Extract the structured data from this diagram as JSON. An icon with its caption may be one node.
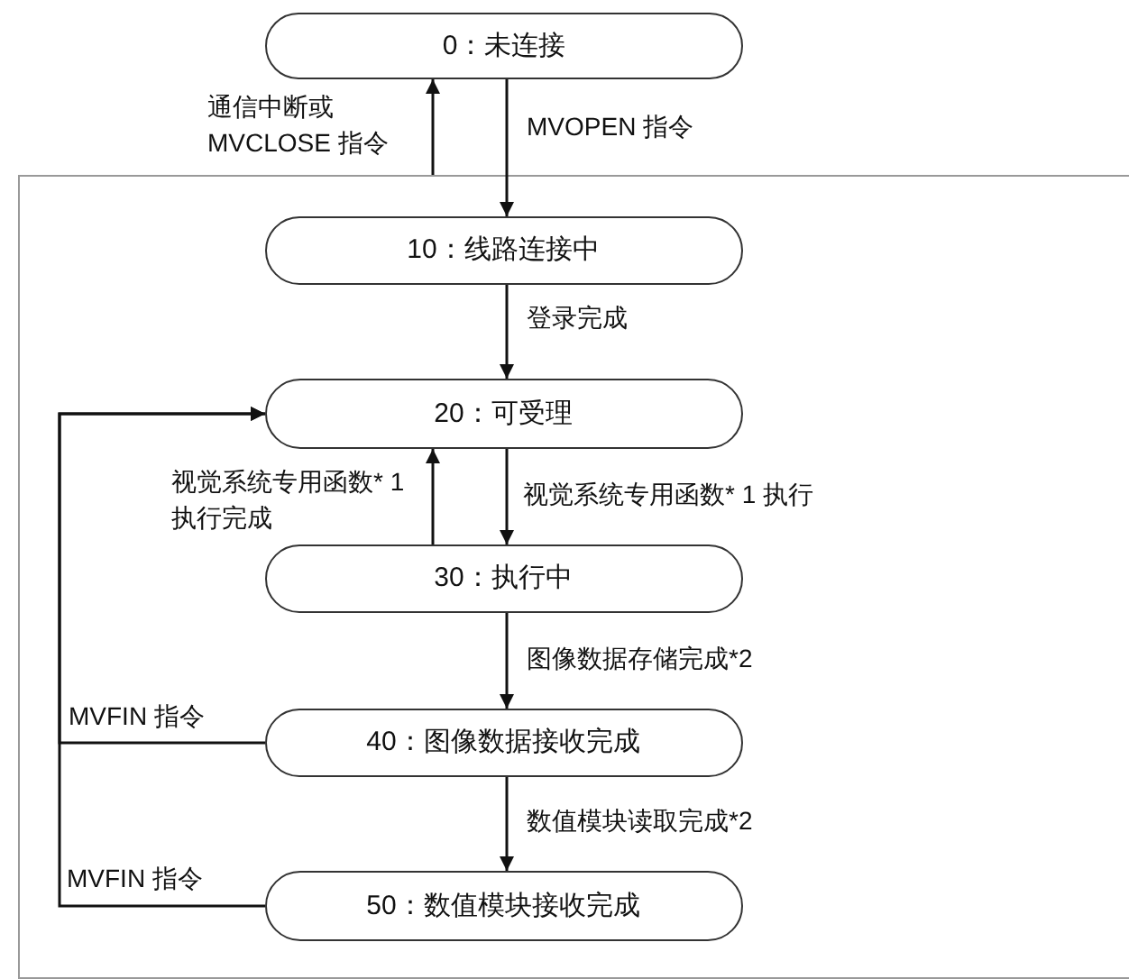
{
  "diagram": {
    "nodes": [
      {
        "text": [
          "0：未连接"
        ]
      },
      {
        "text": [],
        "shape": "box"
      },
      {
        "text": [
          "10：线路连接中"
        ],
        "in": 1
      },
      {
        "text": [
          "20：可受理"
        ],
        "in": 1
      },
      {
        "text": [
          "30：执行中"
        ],
        "in": 1
      },
      {
        "text": [
          "40：图像数据接收完成"
        ],
        "in": 1
      },
      {
        "text": [
          "50：数值模块接收完成"
        ],
        "in": 1
      }
    ],
    "edges": [
      {
        "from": 1,
        "to": 0,
        "arrow": "to",
        "label": "通信中断或MVCLOSE 指令"
      },
      {
        "from": 0,
        "to": 2,
        "arrow": "to",
        "label": "MVOPEN 指令"
      },
      {
        "from": 2,
        "to": 3,
        "arrow": "to",
        "label": "登录完成"
      },
      {
        "from": 3,
        "to": 4,
        "arrow": "to",
        "label": "视觉系统专用函数* 1 执行"
      },
      {
        "from": 4,
        "to": 3,
        "arrow": "to",
        "label": "视觉系统专用函数* 1执行完成"
      },
      {
        "from": 4,
        "to": 5,
        "arrow": "to",
        "label": "图像数据存储完成*2"
      },
      {
        "from": 5,
        "to": 6,
        "arrow": "to",
        "label": "数值模块读取完成*2"
      },
      {
        "from": 5,
        "to": 3,
        "arrow": "to",
        "label": "MVFIN 指令"
      },
      {
        "from": 6,
        "to": 3,
        "arrow": "to",
        "label": "MVFIN 指令"
      }
    ]
  }
}
